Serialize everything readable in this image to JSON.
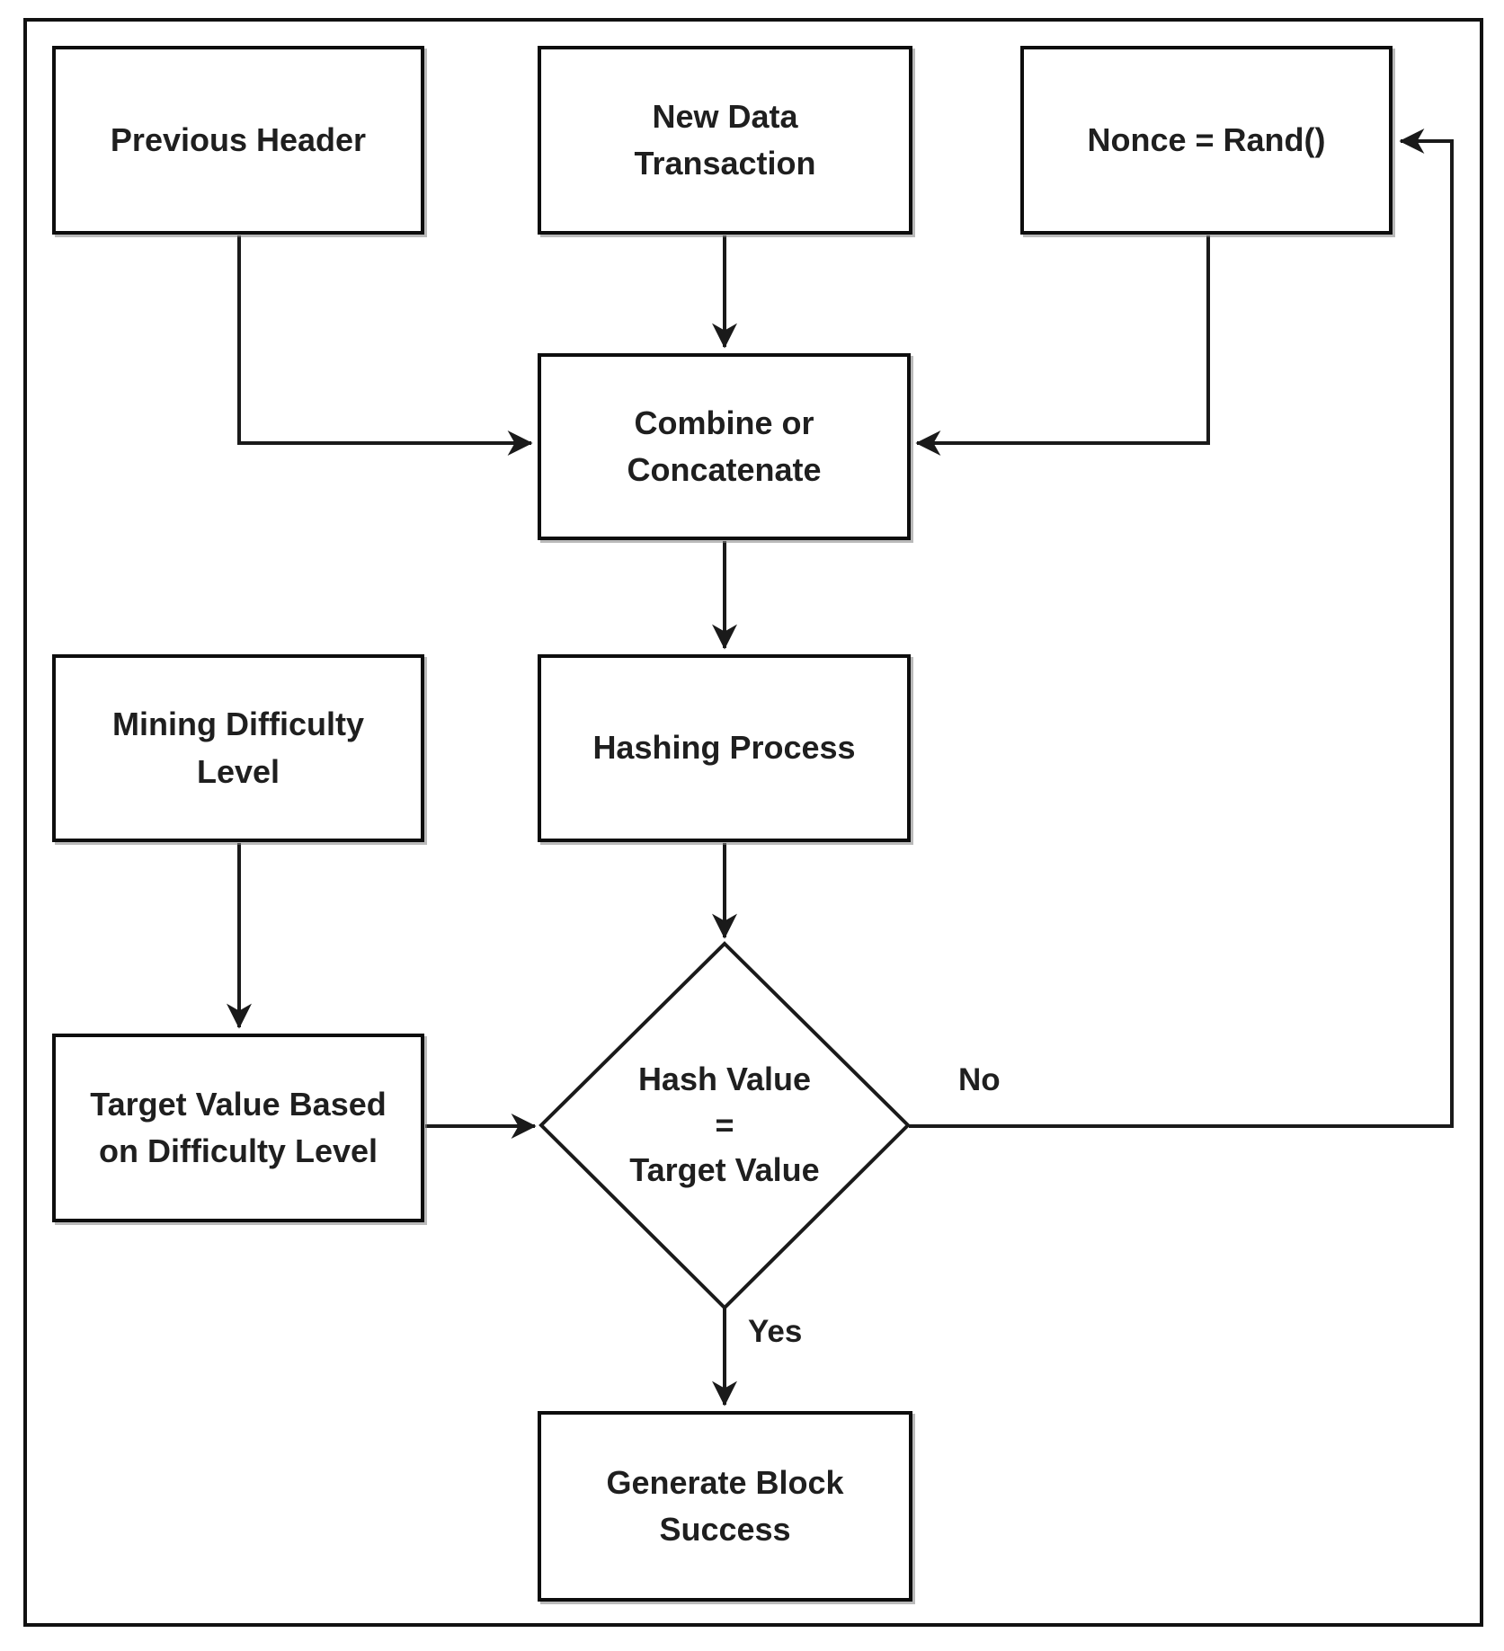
{
  "diagram": {
    "nodes": {
      "previous_header": "Previous Header",
      "new_data_transaction": "New Data\nTransaction",
      "nonce": "Nonce = Rand()",
      "combine": "Combine or\nConcatenate",
      "hashing": "Hashing Process",
      "mining_difficulty": "Mining Difficulty\nLevel",
      "target_value": "Target Value Based\non Difficulty Level",
      "decision": "Hash Value\n=\nTarget Value",
      "generate_block": "Generate Block\nSuccess"
    },
    "edge_labels": {
      "no": "No",
      "yes": "Yes"
    },
    "colors": {
      "line": "#1a1a1a",
      "background": "#ffffff"
    }
  }
}
